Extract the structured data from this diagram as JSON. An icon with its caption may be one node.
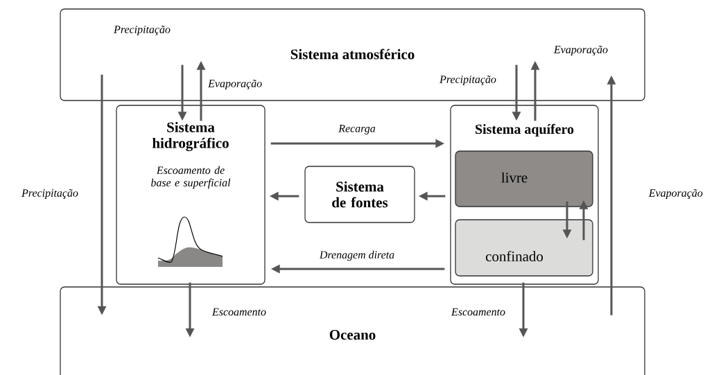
{
  "diagram": {
    "nodes": [
      {
        "text": [
          "Sistema atmosférico"
        ]
      },
      {
        "text": [
          "Sistema hidrográfico",
          "Escoamento de base e superficial"
        ]
      },
      {
        "text": [
          "Sistema de fontes"
        ]
      },
      {
        "text": [
          "Sistema aquífero"
        ]
      },
      {
        "text": [
          "livre"
        ],
        "in": 3
      },
      {
        "text": [
          "confinado"
        ],
        "in": 3
      },
      {
        "text": [
          "Oceano"
        ]
      }
    ],
    "edges": [
      {
        "from": 0,
        "to": 1,
        "arrow": "to",
        "label": "Precipitação"
      },
      {
        "from": 1,
        "to": 0,
        "arrow": "to",
        "label": "Evaporação"
      },
      {
        "from": 0,
        "to": 6,
        "arrow": "to",
        "label": "Precipitação"
      },
      {
        "from": 6,
        "to": 0,
        "arrow": "to",
        "label": "Evaporação"
      },
      {
        "from": 0,
        "to": 3,
        "arrow": "to",
        "label": "Precipitação"
      },
      {
        "from": 3,
        "to": 0,
        "arrow": "to",
        "label": "Evaporação"
      },
      {
        "from": 1,
        "to": 3,
        "arrow": "to",
        "label": "Recarga"
      },
      {
        "from": 3,
        "to": 2,
        "arrow": "to"
      },
      {
        "from": 2,
        "to": 1,
        "arrow": "to"
      },
      {
        "from": 3,
        "to": 1,
        "arrow": "to",
        "label": "Drenagem direta"
      },
      {
        "from": 4,
        "to": 5,
        "arrow": "to"
      },
      {
        "from": 5,
        "to": 4,
        "arrow": "to"
      },
      {
        "from": 1,
        "to": 6,
        "arrow": "to",
        "label": "Escoamento"
      },
      {
        "from": 3,
        "to": 6,
        "arrow": "to",
        "label": "Escoamento"
      }
    ]
  }
}
